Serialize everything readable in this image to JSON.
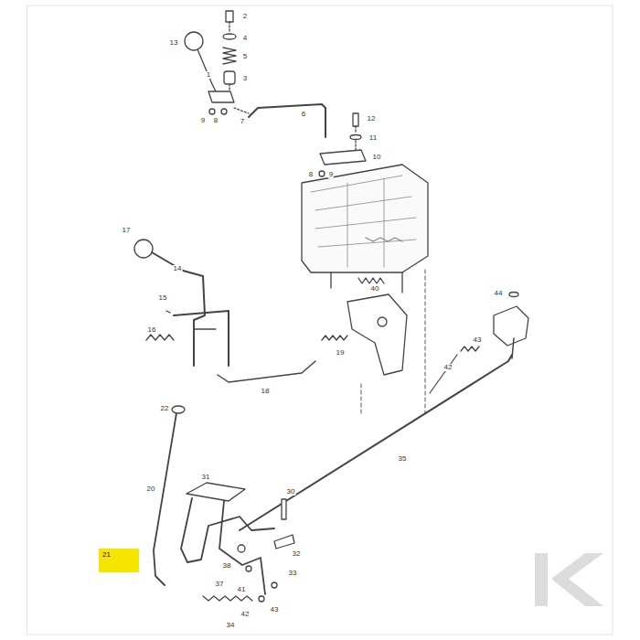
{
  "diagram": {
    "nodes": [
      {
        "text": [
          "21"
        ]
      }
    ],
    "labels": [
      "13",
      "2",
      "4",
      "5",
      "3",
      "1",
      "9",
      "8",
      "7",
      "6",
      "12",
      "11",
      "10",
      "8",
      "9",
      "17",
      "14",
      "15",
      "16",
      "18",
      "19",
      "40",
      "44",
      "43",
      "42",
      "35",
      "22",
      "20",
      "31",
      "30",
      "32",
      "33",
      "38",
      "37",
      "41",
      "42",
      "43",
      "34"
    ]
  }
}
